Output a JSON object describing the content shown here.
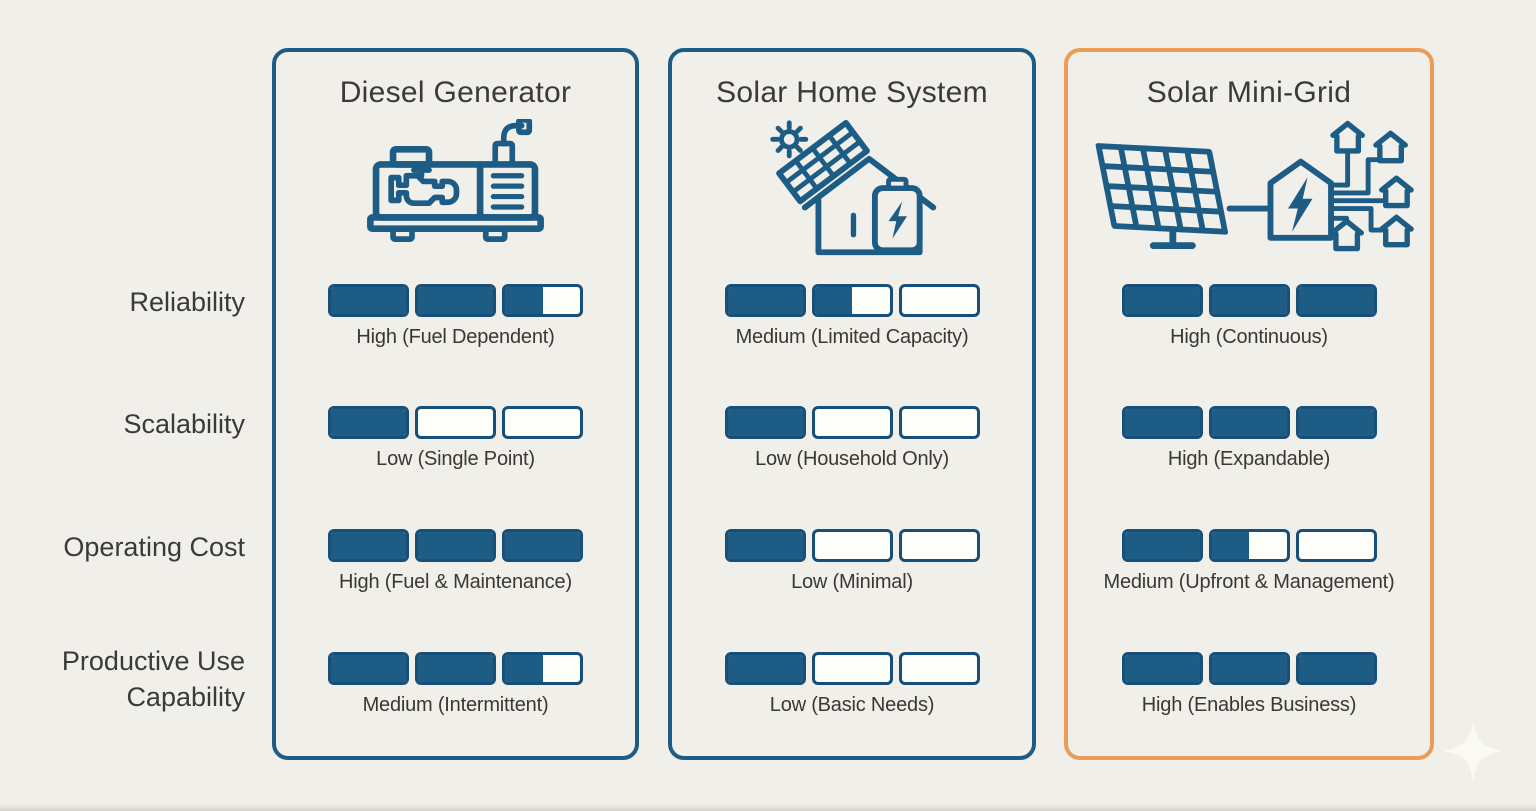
{
  "colors": {
    "background": "#f0efe9",
    "blue": "#1c5c85",
    "blue-dark": "#174f78",
    "orange": "#f2a566",
    "orange-border": "#eb9c55",
    "seg-empty": "#fdfdfa",
    "text": "#3b3a36",
    "caption": "#3a3833",
    "sparkle": "#fbfaf2"
  },
  "criteria": [
    "Reliability",
    "Scalability",
    "Operating Cost",
    "Productive Use Capability"
  ],
  "columns": [
    {
      "title": "Diesel Generator",
      "icon": "diesel-generator",
      "ratings": [
        {
          "value": 2.5,
          "max": 3,
          "label": "High (Fuel Dependent)"
        },
        {
          "value": 1,
          "max": 3,
          "label": "Low (Single Point)"
        },
        {
          "value": 3,
          "max": 3,
          "label": "High (Fuel & Maintenance)"
        },
        {
          "value": 2.5,
          "max": 3,
          "label": "Medium (Intermittent)"
        }
      ]
    },
    {
      "title": "Solar Home System",
      "icon": "solar-home-system",
      "ratings": [
        {
          "value": 1.5,
          "max": 3,
          "label": "Medium (Limited Capacity)"
        },
        {
          "value": 1,
          "max": 3,
          "label": "Low (Household Only)"
        },
        {
          "value": 1,
          "max": 3,
          "label": "Low (Minimal)"
        },
        {
          "value": 1,
          "max": 3,
          "label": "Low (Basic Needs)"
        }
      ]
    },
    {
      "title": "Solar Mini-Grid",
      "icon": "solar-mini-grid",
      "ratings": [
        {
          "value": 3,
          "max": 3,
          "label": "High (Continuous)"
        },
        {
          "value": 3,
          "max": 3,
          "label": "High (Expandable)"
        },
        {
          "value": 1.5,
          "max": 3,
          "label": "Medium (Upfront & Management)"
        },
        {
          "value": 3,
          "max": 3,
          "label": "High (Enables Business)"
        }
      ]
    }
  ],
  "watermark": {
    "icon": "sparkle"
  }
}
